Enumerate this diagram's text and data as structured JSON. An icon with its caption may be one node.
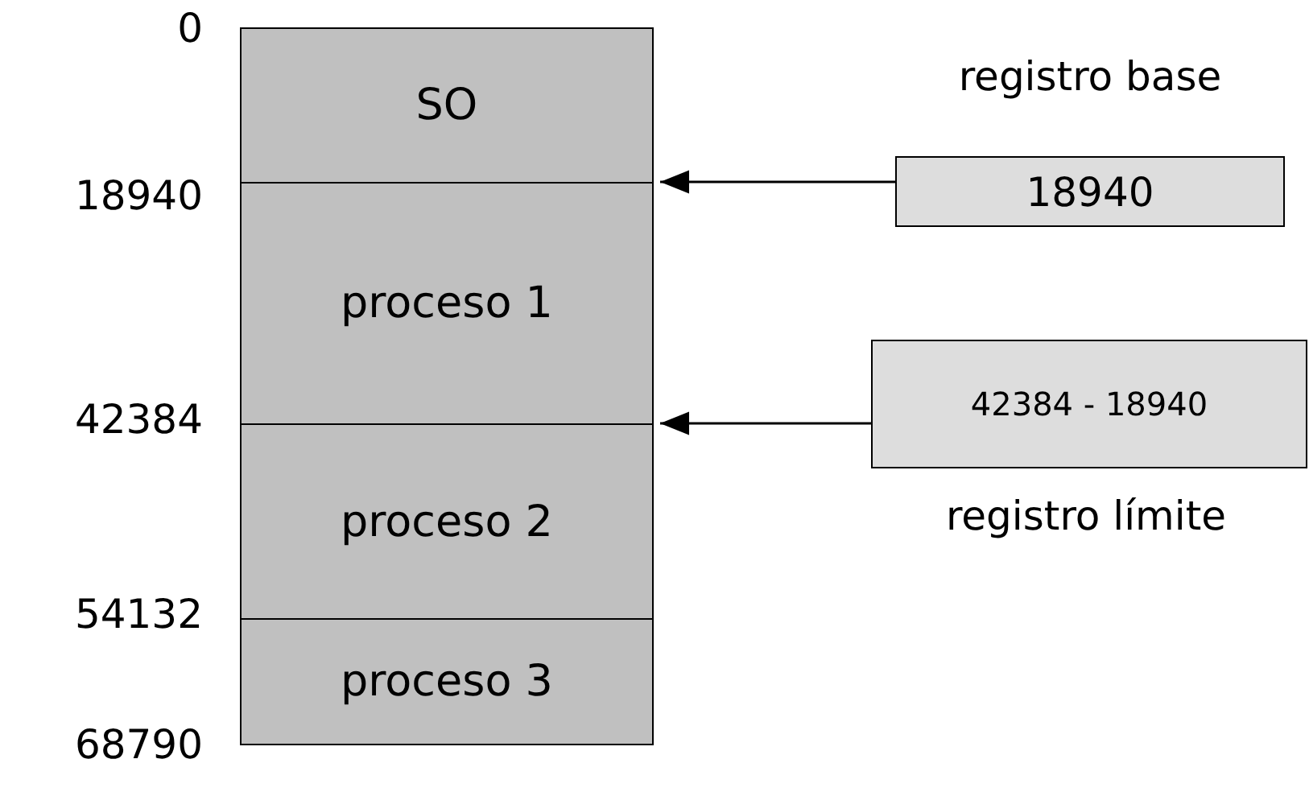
{
  "diagram": {
    "nodes": [
      {
        "text": [
          "SO"
        ]
      },
      {
        "text": [
          "proceso 1"
        ]
      },
      {
        "text": [
          "proceso 2"
        ]
      },
      {
        "text": [
          "proceso 3"
        ]
      },
      {
        "text": [
          "18940"
        ],
        "beside": [
          "registro base"
        ]
      },
      {
        "text": [
          "42384 - 18940"
        ],
        "beside": [
          "registro límite"
        ]
      }
    ],
    "edges": [
      {
        "from": 4,
        "to": 1,
        "arrow": "to"
      },
      {
        "from": 5,
        "to": 2,
        "arrow": "to"
      }
    ],
    "labels": [
      "0",
      "18940",
      "42384",
      "54132",
      "68790"
    ]
  }
}
